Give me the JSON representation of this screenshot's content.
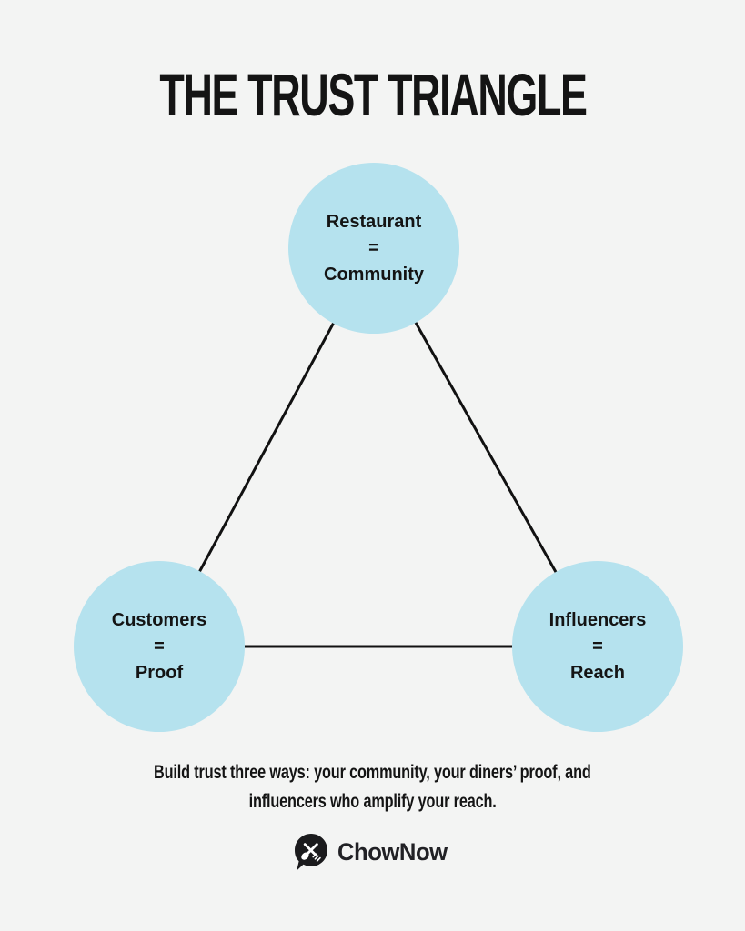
{
  "title": "THE TRUST TRIANGLE",
  "diagram": {
    "nodes": [
      {
        "id": "restaurant",
        "line1": "Restaurant",
        "equals": "=",
        "line2": "Community"
      },
      {
        "id": "customers",
        "line1": "Customers",
        "equals": "=",
        "line2": "Proof"
      },
      {
        "id": "influencers",
        "line1": "Influencers",
        "equals": "=",
        "line2": "Reach"
      }
    ]
  },
  "caption": {
    "line1": "Build trust three ways: your community, your diners’ proof, and",
    "line2": "influencers who amplify your reach."
  },
  "footer": {
    "brand": "ChowNow",
    "logo_icon": "chownow-pin-utensils-icon"
  },
  "colors": {
    "background": "#f3f4f3",
    "node_fill": "#b5e2ee",
    "line": "#111111",
    "text": "#141414"
  }
}
